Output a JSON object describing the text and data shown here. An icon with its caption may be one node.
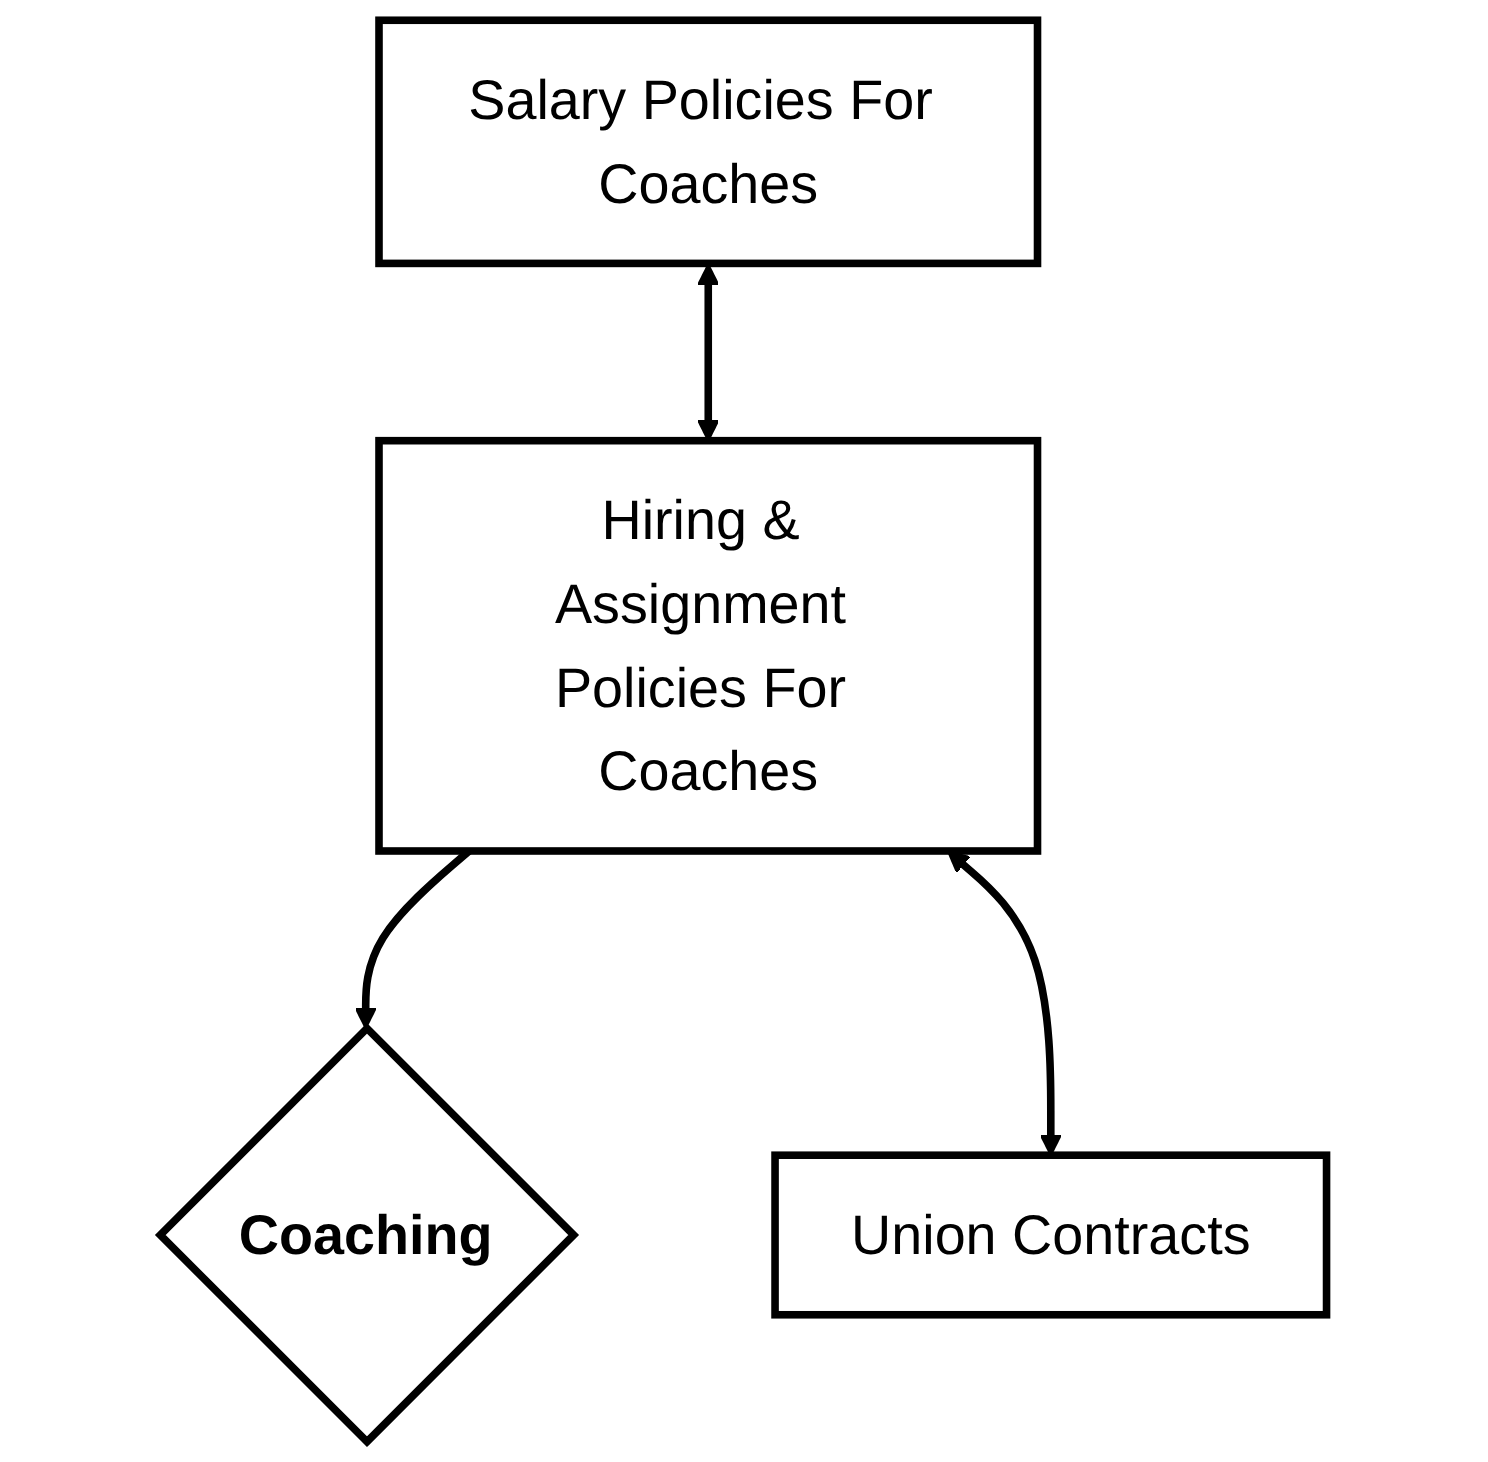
{
  "diagram": {
    "nodes": [
      {
        "text": [
          "Salary Policies For Coaches"
        ]
      },
      {
        "text": [
          "Hiring & Assignment Policies For Coaches"
        ]
      },
      {
        "text": [
          "Coaching"
        ]
      },
      {
        "text": [
          "Union Contracts"
        ]
      }
    ],
    "edges": [
      {
        "from": 0,
        "to": 1,
        "arrow": "both"
      },
      {
        "from": 1,
        "to": 2,
        "arrow": "to"
      },
      {
        "from": 1,
        "to": 3,
        "arrow": "both"
      }
    ]
  }
}
